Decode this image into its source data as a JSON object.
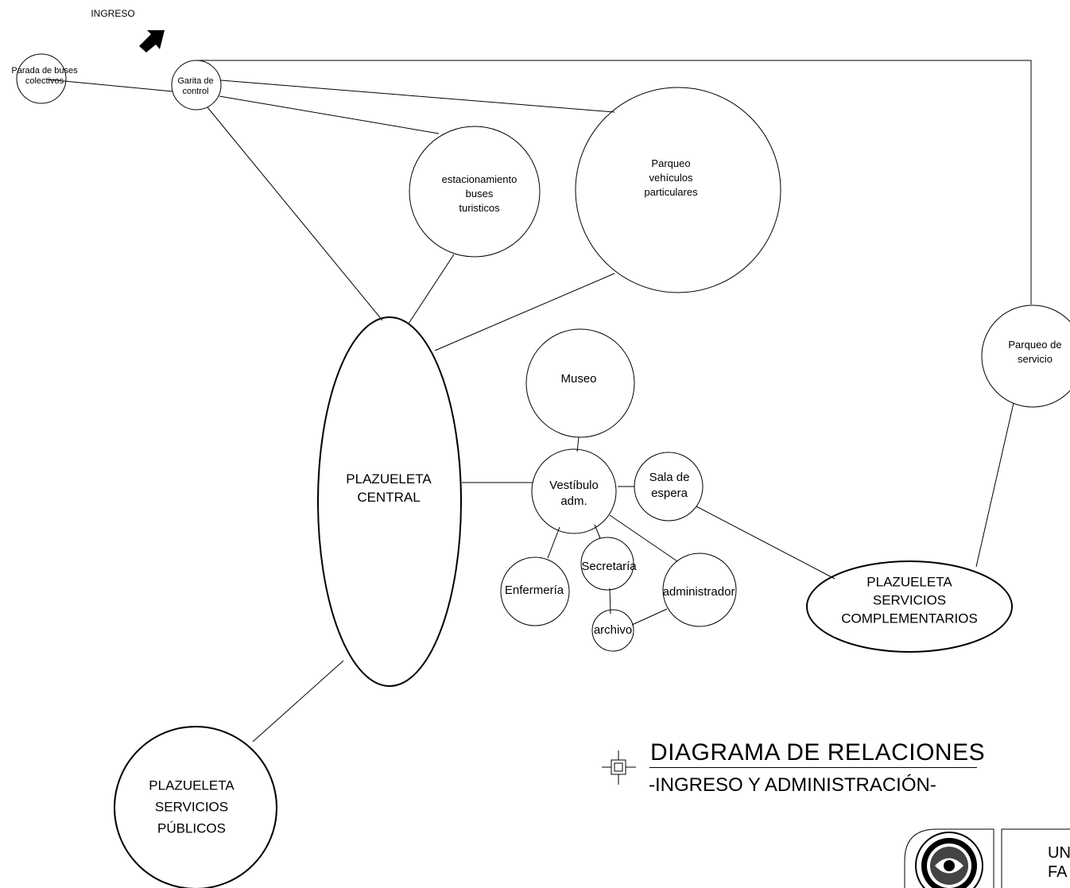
{
  "entry": {
    "label": "INGRESO"
  },
  "nodes": {
    "parada": "Parada de buses\ncolectivos",
    "garita": "Garita de\ncontrol",
    "estacionamiento": "estacionamiento\nbuses\nturisticos",
    "parqueo_particulares": "Parqueo\nvehículos\nparticulares",
    "parqueo_servicio": "Parqueo de\nservicio",
    "plazuela_central": "PLAZUELETA\nCENTRAL",
    "museo": "Museo",
    "vestibulo": "Vestíbulo\nadm.",
    "sala_espera": "Sala de\nespera",
    "secretaria": "Secretaría",
    "enfermeria": "Enfermería",
    "administrador": "administrador",
    "archivo": "archivo",
    "plazuela_complementarios": "PLAZUELETA\nSERVICIOS\nCOMPLEMENTARIOS",
    "plazuela_publicos": "PLAZUELETA\nSERVICIOS\nPÚBLICOS"
  },
  "title": {
    "main": "DIAGRAMA DE RELACIONES",
    "sub": "-INGRESO Y ADMINISTRACIÓN-"
  },
  "logo_text": {
    "line1": "UN",
    "line2": "FA"
  }
}
